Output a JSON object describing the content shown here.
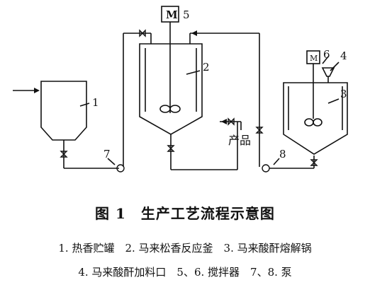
{
  "labels": {
    "tank1": "1",
    "reactor2": "2",
    "kettle3": "3",
    "feed4": "4",
    "motor5": "5",
    "motor6": "6",
    "pump7": "7",
    "pump8": "8",
    "motor_big": "M",
    "motor_small": "M",
    "product": "产品"
  },
  "caption": {
    "title": "图 1　生产工艺流程示意图",
    "line1": "1. 热香贮罐　2. 马来松香反应釜　3. 马来酸酐熔解锅",
    "line2": "4. 马来酸酐加料口　5、6. 搅拌器　7、8. 泵"
  }
}
